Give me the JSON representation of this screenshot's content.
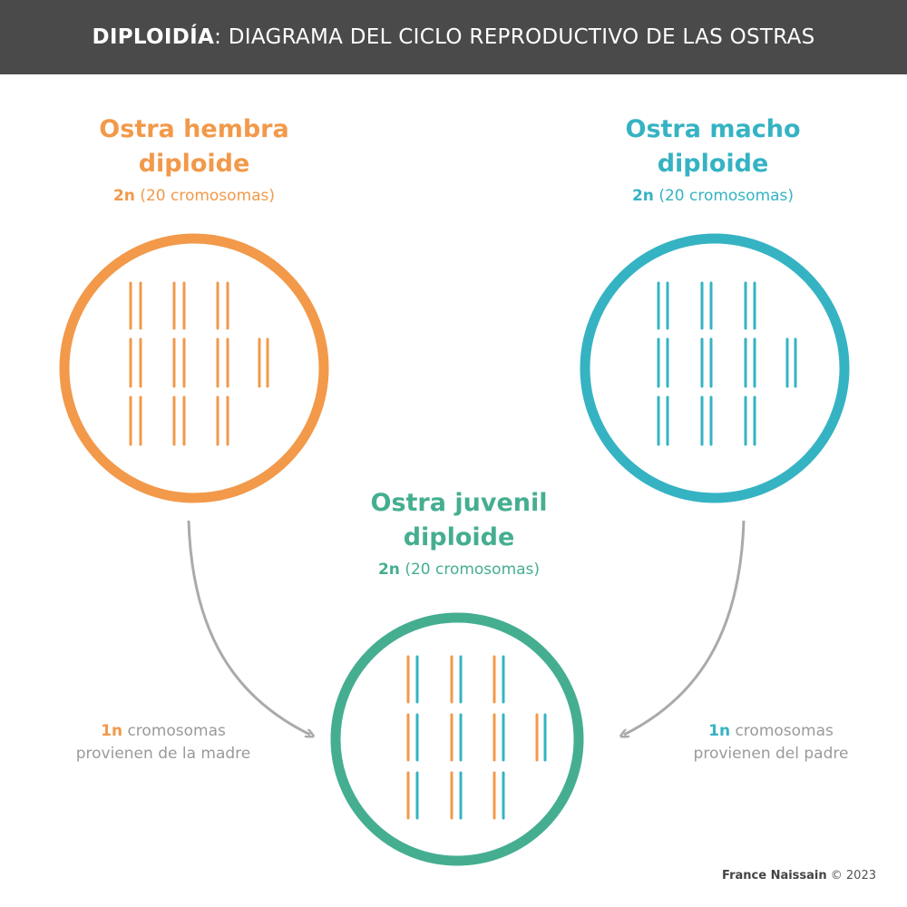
{
  "header": {
    "title_bold": "DIPLOIDÍA",
    "title_rest": ": DIAGRAMA DEL CICLO REPRODUCTIVO DE LAS OSTRAS"
  },
  "female": {
    "title_line1": "Ostra hembra",
    "title_line2": "diploide",
    "ploidy": "2n",
    "count": "(20 cromosomas)",
    "color": "#f2994a"
  },
  "male": {
    "title_line1": "Ostra macho",
    "title_line2": "diploide",
    "ploidy": "2n",
    "count": "(20 cromosomas)",
    "color": "#35b3c3"
  },
  "juvenile": {
    "title_line1": "Ostra juvenil",
    "title_line2": "diploide",
    "ploidy": "2n",
    "count": "(20 cromosomas)",
    "color": "#45ae91"
  },
  "mother_note": {
    "ploidy": "1n",
    "line1_rest": " cromosomas",
    "line2": "provienen de la madre"
  },
  "father_note": {
    "ploidy": "1n",
    "line1_rest": " cromosomas",
    "line2": "provienen del padre"
  },
  "credit": {
    "brand": "France Naissain",
    "year": " © 2023"
  },
  "arrow_color": "#aaaaaa"
}
